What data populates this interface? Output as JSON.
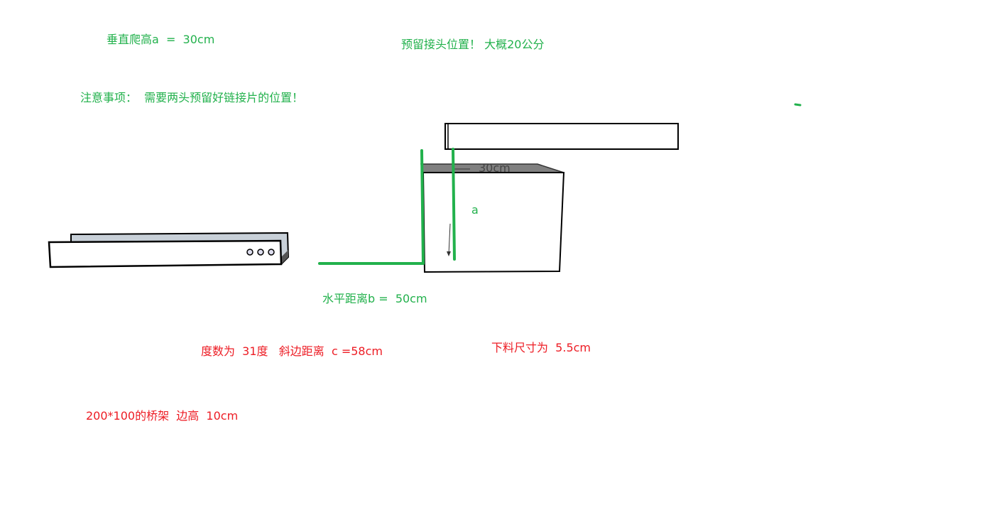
{
  "colors": {
    "green": "#22b14c",
    "red": "#ed1c24",
    "gray_fill": "#808080",
    "tray_inner": "#c8d0d8"
  },
  "notes": {
    "vertical_climb": "垂直爬高a  =  30cm",
    "reserve_joint": "预留接头位置！ 大概20公分",
    "caution": "注意事项：  需要两头预留好链接片的位置！",
    "horizontal_distance": "水平距离b =  50cm",
    "angle_hypotenuse": "度数为  31度   斜边距离  c =58cm",
    "cut_size": "下料尺寸为  5.5cm",
    "tray_spec": "200*100的桥架  边高  10cm"
  },
  "diagram": {
    "label_a": "a",
    "label_30cm": "30cm"
  }
}
